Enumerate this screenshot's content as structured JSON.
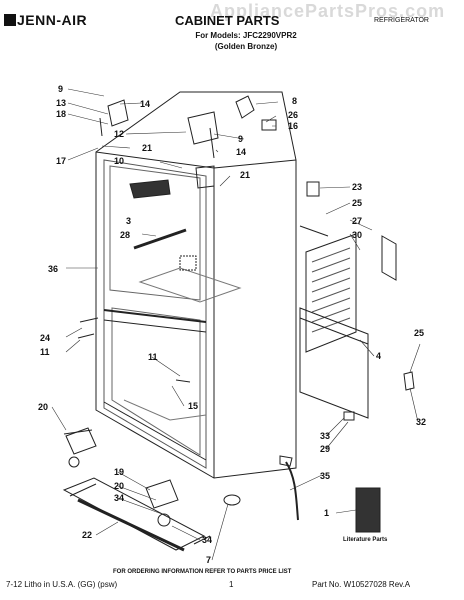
{
  "header": {
    "brand": "JENN-AIR",
    "watermark": "AppliancePartsPros.com",
    "title": "CABINET PARTS",
    "model_line": "For Models: JFC2290VPR2",
    "model_color": "(Golden Bronze)",
    "category": "REFRIGERATOR"
  },
  "callouts": [
    "9",
    "13",
    "18",
    "14",
    "17",
    "21",
    "12",
    "10",
    "9",
    "14",
    "8",
    "26",
    "16",
    "21",
    "3",
    "28",
    "23",
    "25",
    "27",
    "30",
    "36",
    "24",
    "11",
    "11",
    "4",
    "25",
    "15",
    "20",
    "32",
    "33",
    "29",
    "19",
    "20",
    "34",
    "35",
    "22",
    "34",
    "7",
    "1"
  ],
  "literature_label": "Literature Parts",
  "footer": {
    "note": "FOR ORDERING INFORMATION REFER TO PARTS PRICE LIST",
    "print_info": "7-12 Litho in U.S.A. (GG) (psw)",
    "page": "1",
    "part_number": "Part No. W10527028 Rev.A"
  }
}
